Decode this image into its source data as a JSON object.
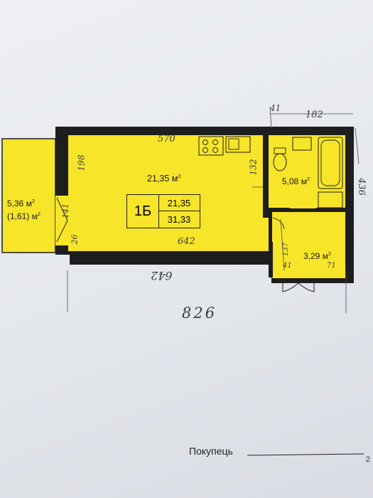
{
  "plan": {
    "apartment_code": "1Б",
    "living_area": "21,35",
    "total_area": "31,33",
    "rooms": {
      "main_area": "21,35",
      "bathroom_area": "5,08",
      "hall_area": "3,29",
      "balcony_area": "5,36",
      "balcony_reduced_area": "(1,61)",
      "unit": "м",
      "unit_power": "2"
    }
  },
  "handwritten": {
    "dim_570": "570",
    "dim_41": "41",
    "dim_182": "182",
    "dim_198": "198",
    "dim_132": "132",
    "dim_141": "141",
    "dim_26": "26",
    "dim_642_inner": "642",
    "dim_137": "137",
    "dim_41_small": "41",
    "dim_71": "71",
    "dim_436": "436",
    "dim_642_outer": "642",
    "dim_826": "826"
  },
  "footer": {
    "buyer_label": "Покупець",
    "page_number": "2"
  },
  "colors": {
    "room_fill": "#f7e52a",
    "wall": "#1e1e1e",
    "pen": "#3c3c46"
  }
}
